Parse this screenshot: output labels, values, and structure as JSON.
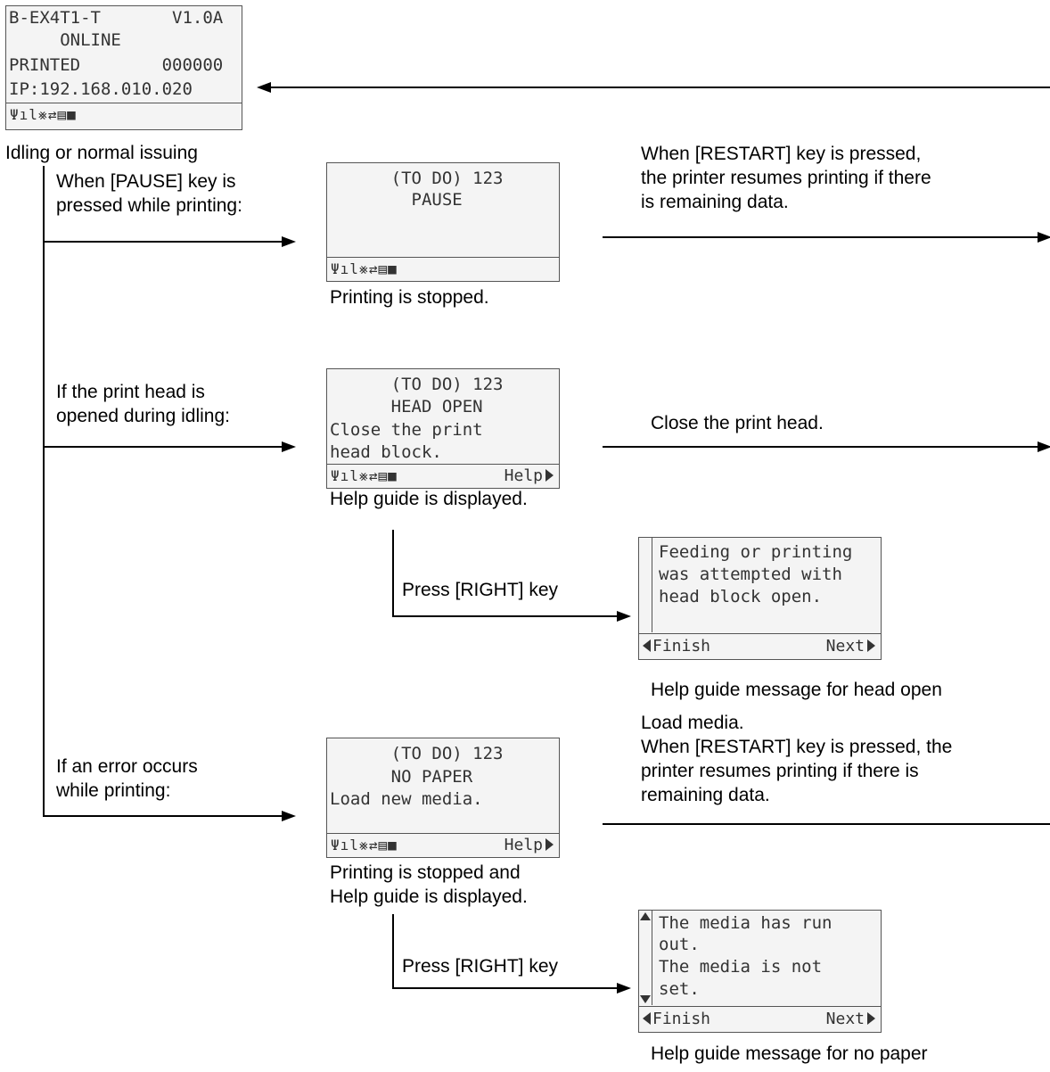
{
  "lcd_idle": {
    "line1": "B-EX4T1-T       V1.0A",
    "line2": "     ONLINE",
    "line3": "PRINTED        000000",
    "line4": "IP:192.168.010.020",
    "icons": "Ψıl⨳⇄▤■"
  },
  "label_idle": "Idling or normal issuing",
  "pause": {
    "condition": "When [PAUSE] key is\npressed while printing:",
    "lcd_line1": "      (TO DO) 123",
    "lcd_line2": "        PAUSE",
    "icons": "Ψıl⨳⇄▤■",
    "caption": "Printing is stopped.",
    "restart_text": "When [RESTART] key is pressed,\nthe printer resumes printing if there\nis remaining data."
  },
  "head_open": {
    "condition": "If the print head is\nopened during idling:",
    "lcd_line1": "      (TO DO) 123",
    "lcd_line2": "      HEAD OPEN",
    "lcd_line3": "Close the print",
    "lcd_line4": "head block.",
    "icons": "Ψıl⨳⇄▤■",
    "help_label": "Help",
    "caption": "Help guide is displayed.",
    "close_text": "Close the print head.",
    "press_right": "Press [RIGHT] key",
    "help_line1": "Feeding or printing",
    "help_line2": "was attempted with",
    "help_line3": "head block open.",
    "finish": "Finish",
    "next": "Next",
    "help_caption": "Help guide message for head open"
  },
  "no_paper": {
    "condition": "If an error occurs\nwhile printing:",
    "lcd_line1": "      (TO DO) 123",
    "lcd_line2": "      NO PAPER",
    "lcd_line3": "Load new media.",
    "icons": "Ψıl⨳⇄▤■",
    "help_label": "Help",
    "caption": "Printing is stopped and\nHelp guide is displayed.",
    "load_text": "Load media.\nWhen [RESTART] key is pressed, the\nprinter resumes printing if there is\nremaining data.",
    "press_right": "Press [RIGHT] key",
    "help_line1": "The media has run",
    "help_line2": "out.",
    "help_line3": "The media is not",
    "help_line4": "set.",
    "finish": "Finish",
    "next": "Next",
    "help_caption": "Help guide message for no paper"
  }
}
